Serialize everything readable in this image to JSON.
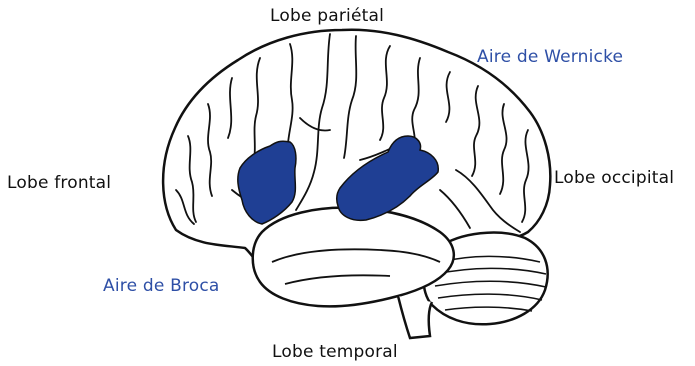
{
  "labels": {
    "parietal": "Lobe pariétal",
    "wernicke": "Aire de Wernicke",
    "frontal": "Lobe frontal",
    "occipital": "Lobe occipital",
    "broca": "Aire de Broca",
    "temporal": "Lobe temporal"
  },
  "colors": {
    "outline": "#111111",
    "area_fill": "#1f3f94",
    "area_label": "#2e4fa6",
    "background": "#ffffff"
  }
}
